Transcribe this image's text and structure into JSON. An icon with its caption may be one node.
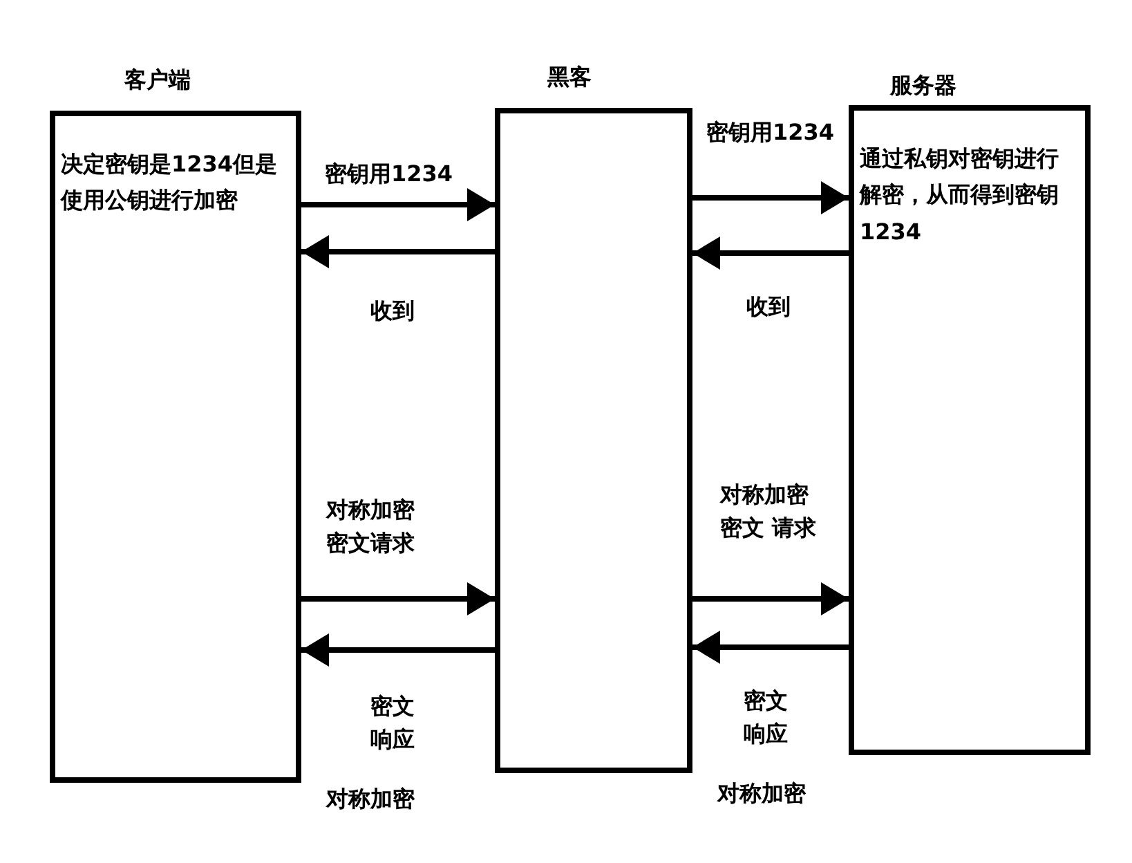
{
  "diagram": {
    "nodes": [
      {
        "text": [
          "客户端",
          "决定密钥是1234但是使用公钥进行加密"
        ]
      },
      {
        "text": [
          "黑客"
        ]
      },
      {
        "text": [
          "服务器",
          "通过私钥对密钥进行解密，从而得到密钥1234"
        ]
      }
    ],
    "edges": [
      {
        "from": 0,
        "to": 1,
        "arrow": "to",
        "label": "密钥用1234"
      },
      {
        "from": 1,
        "to": 0,
        "arrow": "to",
        "label": "收到"
      },
      {
        "from": 1,
        "to": 2,
        "arrow": "to",
        "label": "密钥用1234"
      },
      {
        "from": 2,
        "to": 1,
        "arrow": "to",
        "label": "收到"
      },
      {
        "from": 0,
        "to": 1,
        "arrow": "to",
        "label": "对称加密密文请求"
      },
      {
        "from": 1,
        "to": 0,
        "arrow": "to",
        "label": "密文响应"
      },
      {
        "from": 1,
        "to": 2,
        "arrow": "to",
        "label": "对称加密密文 请求"
      },
      {
        "from": 2,
        "to": 1,
        "arrow": "to",
        "label": "密文响应"
      }
    ],
    "labels": [
      "对称加密",
      "对称加密"
    ]
  }
}
